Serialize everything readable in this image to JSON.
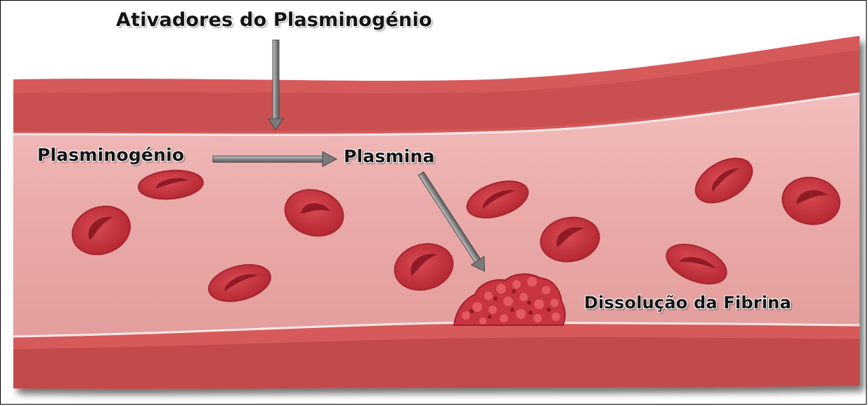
{
  "labels": {
    "activators": "Ativadores do Plasminogénio",
    "plasminogen": "Plasminogénio",
    "plasmin": "Plasmina",
    "dissolution": "Dissolução da Fibrina"
  },
  "colors": {
    "vessel_wall": "#d65a5a",
    "vessel_wall_dark": "#b84545",
    "lumen": "#e8a9a8",
    "red_cell": "#c4323c",
    "red_cell_center": "#9e1f2a",
    "clot": "#c8343f",
    "arrow": "#8c8c8c"
  },
  "icons": [
    "red-blood-cell-icon",
    "fibrin-clot-icon",
    "arrow-icon"
  ]
}
